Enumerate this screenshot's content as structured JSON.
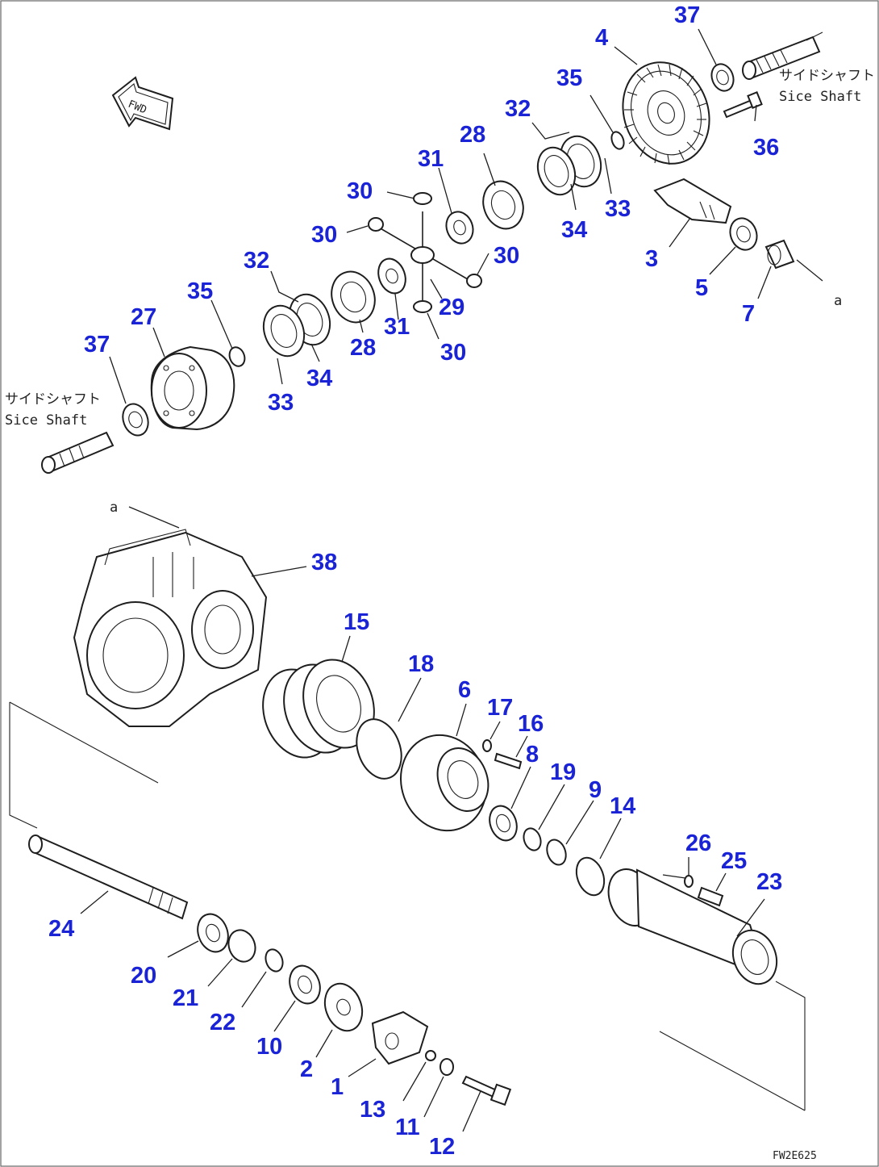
{
  "diagram": {
    "type": "exploded parts diagram",
    "drawing_code": "FW2E625",
    "annotations": {
      "direction_arrow": "FWD",
      "side_shaft_jp": "サイドシャフト",
      "side_shaft_en": "Sice Shaft",
      "ref_letter": "a"
    },
    "callouts": [
      "1",
      "2",
      "3",
      "4",
      "5",
      "6",
      "7",
      "8",
      "9",
      "10",
      "11",
      "12",
      "13",
      "14",
      "15",
      "16",
      "17",
      "18",
      "19",
      "20",
      "21",
      "22",
      "23",
      "24",
      "25",
      "26",
      "27",
      "28",
      "29",
      "30",
      "31",
      "32",
      "33",
      "34",
      "35",
      "36",
      "37",
      "38"
    ]
  }
}
